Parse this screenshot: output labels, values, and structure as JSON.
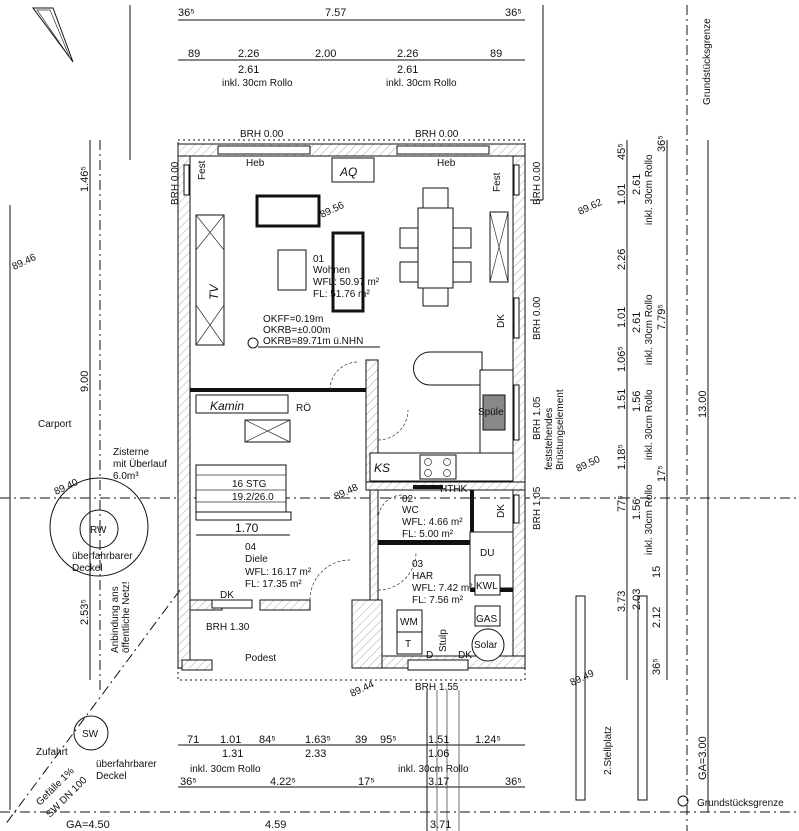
{
  "top_dims": {
    "overall": [
      "36⁵",
      "7.57",
      "36⁵"
    ],
    "openings": [
      "89",
      "2.26",
      "2.00",
      "2.26",
      "89"
    ],
    "window_heights": [
      "2.61",
      "2.61"
    ],
    "rollo_note": "inkl. 30cm Rollo"
  },
  "property_line": "Grundstücksgrenze",
  "rooms": {
    "wohnen": {
      "number": "01",
      "name": "Wohnen",
      "wfl": "WFL: 50.97 m²",
      "fl": "FL: 51.76 m²"
    },
    "wc": {
      "number": "02",
      "name": "WC",
      "wfl": "WFL: 4.66 m²",
      "fl": "FL: 5.00 m²"
    },
    "har": {
      "number": "03",
      "name": "HAR",
      "wfl": "WFL: 7.42 m²",
      "fl": "FL: 7.56 m²"
    },
    "diele": {
      "number": "04",
      "name": "Diele",
      "wfl": "WFL: 16.17 m²",
      "fl": "FL: 17.35 m²"
    },
    "podest": "Podest"
  },
  "levels": [
    "OKFF=0.19m",
    "OKRB=±0.00m",
    "OKRB=89.71m ü.NHN"
  ],
  "labels": {
    "brh_000": "BRH 0.00",
    "brh_105": "BRH 1.05",
    "brh_130": "BRH 1.30",
    "brh_155": "BRH 1.55",
    "heb": "Heb",
    "fest": "Fest",
    "dk": "DK",
    "aq": "AQ",
    "tv": "TV",
    "kamin": "Kamin",
    "ro": "RÖ",
    "ks": "KS",
    "spule": "Spüle",
    "hthk": "HTHK",
    "du": "DU",
    "kwl": "KWL",
    "gas": "GAS",
    "solar": "Solar",
    "wm": "WM",
    "t": "T",
    "stulp": "Stulp",
    "d": "D",
    "stair": "16 STG",
    "stair_ratio": "19.2/26.0",
    "stair_width": "1.70",
    "fixed_element": "feststehendes",
    "fixed_element2": "Brüstungselement",
    "carport": "Carport",
    "zisterne": [
      "Zisterne",
      "mit Überlauf",
      "6.0m³"
    ],
    "rw": "RW",
    "sw": "SW",
    "deckel": [
      "überfahrbarer",
      "Deckel"
    ],
    "anbindung": [
      "Anbindung ans",
      "öffentliche Netz!"
    ],
    "zufahrt": "Zufahrt",
    "gefaelle": [
      "Gefälle 1%",
      "SW DN 100"
    ],
    "stellplatz": "2.Stellplatz",
    "ga_right": "GA=3.00",
    "ga_left": "GA=4.50"
  },
  "spot_heights": [
    "89.56",
    "89.46",
    "89.62",
    "89.48",
    "89.50",
    "89.40",
    "89.44",
    "89.49"
  ],
  "left_dims": [
    "1.46⁵",
    "9.00",
    "2.53⁵"
  ],
  "right_dims": {
    "col1": [
      "45⁵",
      "1.01",
      "2.26",
      "1.01",
      "1.06⁵",
      "1.51",
      "1.18⁵",
      "77⁵"
    ],
    "col2": [
      "2.61",
      "2.61",
      "1.56",
      "1.56",
      "2.03"
    ],
    "col3": [
      "36⁵",
      "7.79⁵",
      "17⁵"
    ],
    "overall": "13.00",
    "lower": [
      "3.73",
      "15",
      "2.12",
      "36⁵"
    ]
  },
  "bottom_dims": {
    "row1": [
      "71",
      "1.01",
      "84⁵",
      "1.63⁵",
      "39",
      "95⁵",
      "1.51",
      "1.24⁵"
    ],
    "row2": [
      "1.31",
      "2.33",
      "1.06"
    ],
    "row3": [
      "36⁵",
      "4.22⁵",
      "17⁵",
      "3.17",
      "36⁵"
    ],
    "row4": [
      "4.59",
      "3.71"
    ]
  }
}
